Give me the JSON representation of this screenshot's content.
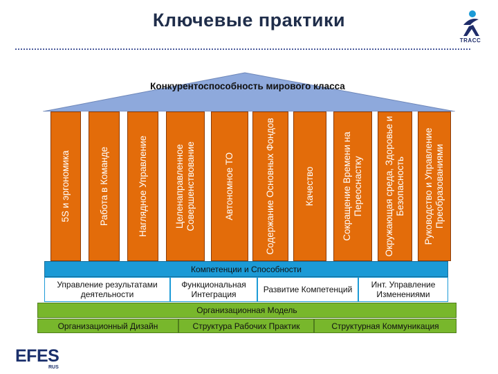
{
  "title": "Ключевые практики",
  "logo_tracc": "TRACC",
  "logo_efes": "EFES",
  "logo_efes_sub": "RUS",
  "roof": "Конкурентоспособность мирового класса",
  "pillars": [
    "5S и эргономика",
    "Работа в Команде",
    "Наглядное Управление",
    "Целенаправленное Совершенствование",
    "Автономное ТО",
    "Содержание Основных Фондов",
    "Качество",
    "Сокращение Времени на Переоснастку",
    "Окружающая среда, Здоровье и Безопасность",
    "Руководство и Управление Преобразованиями"
  ],
  "competencies": {
    "header": "Компетенции и Способности",
    "items": [
      "Управление результатами деятельности",
      "Функциональная Интеграция",
      "Развитие Компетенций",
      "Инт. Управление Изменениями"
    ]
  },
  "org_model": {
    "header": "Организационная Модель",
    "items": [
      "Организационный Дизайн",
      "Структура Рабочих Практик",
      "Структурная Коммуникация"
    ]
  },
  "colors": {
    "pillar": "#e36c0a",
    "roof": "#8ea9dc",
    "competency": "#1b9ad6",
    "org_model": "#78b72c",
    "title": "#1f2d4a"
  }
}
